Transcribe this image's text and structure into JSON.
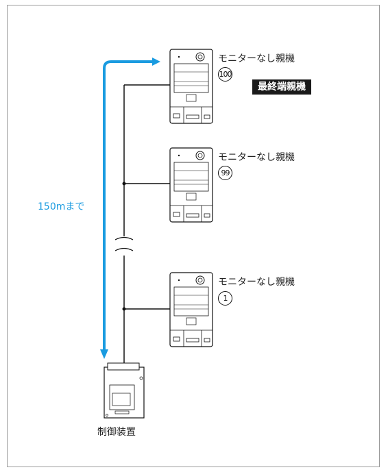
{
  "units": [
    {
      "label": "モニターなし親機",
      "number": "100"
    },
    {
      "label": "モニターなし親機",
      "number": "99"
    },
    {
      "label": "モニターなし親機",
      "number": "1"
    }
  ],
  "last_unit_badge": "最終端親機",
  "distance_label": "150mまで",
  "controller_label": "制御装置",
  "colors": {
    "arrow": "#1a9be0",
    "wire": "#111111",
    "badge_bg": "#1a1a1a"
  }
}
